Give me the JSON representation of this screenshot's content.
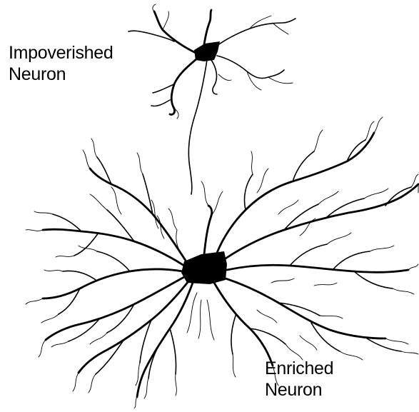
{
  "labels": {
    "impoverished": {
      "line1": "Impoverished",
      "line2": "Neuron"
    },
    "enriched": {
      "line1": "Enriched",
      "line2": "Neuron"
    }
  },
  "colors": {
    "ink": "#000000",
    "background": "#ffffff"
  }
}
